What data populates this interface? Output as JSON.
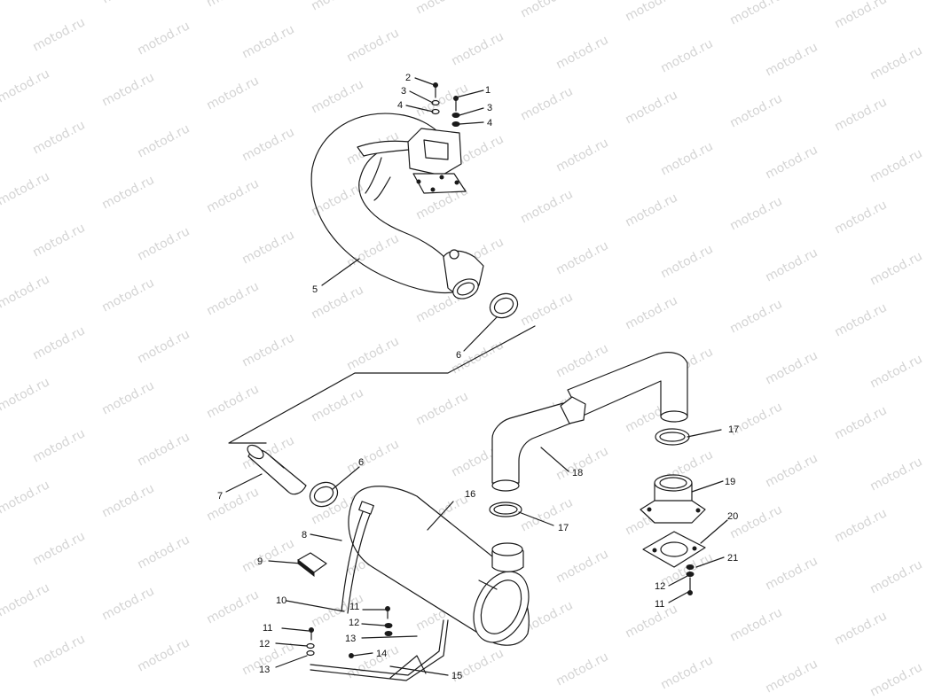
{
  "watermark": {
    "text": "motod.ru",
    "color": "#c9c9c9"
  },
  "part_labels": [
    "1",
    "2",
    "3",
    "3",
    "4",
    "4",
    "5",
    "6",
    "6",
    "7",
    "8",
    "9",
    "10",
    "11",
    "11",
    "11",
    "12",
    "12",
    "12",
    "13",
    "13",
    "14",
    "15",
    "16",
    "17",
    "17",
    "18",
    "19",
    "20",
    "21"
  ]
}
